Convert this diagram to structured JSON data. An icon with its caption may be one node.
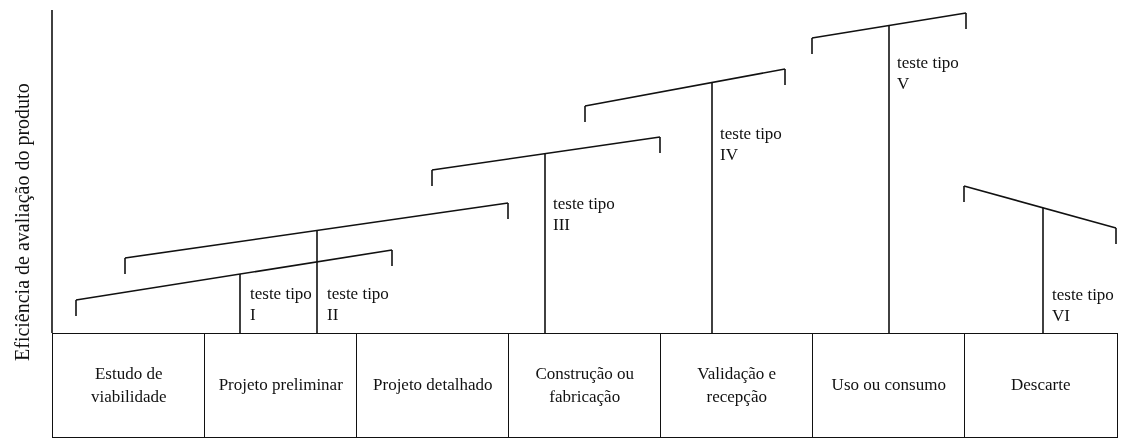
{
  "diagram": {
    "nodes": [
      {
        "text": [
          "Estudo de viabilidade"
        ]
      },
      {
        "text": [
          "Projeto preliminar"
        ]
      },
      {
        "text": [
          "Projeto detalhado"
        ]
      },
      {
        "text": [
          "Construção ou fabricação"
        ]
      },
      {
        "text": [
          "Validação e recepção"
        ]
      },
      {
        "text": [
          "Uso ou consumo"
        ]
      },
      {
        "text": [
          "Descarte"
        ]
      }
    ],
    "edges": [],
    "labels": [
      "Eficiência de avaliação do produto",
      "teste tipo I",
      "teste tipo II",
      "teste tipo III",
      "teste tipo IV",
      "teste tipo V",
      "teste tipo VI"
    ]
  }
}
